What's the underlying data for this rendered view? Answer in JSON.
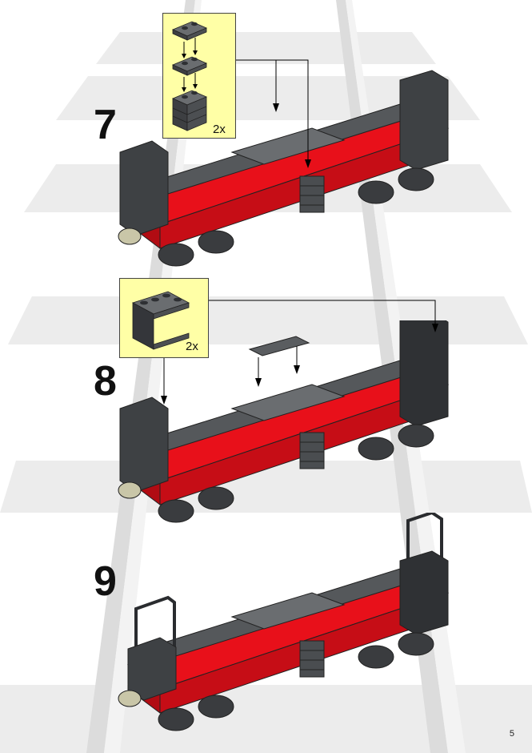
{
  "steps": [
    {
      "number": "7",
      "callout_qty": "2x"
    },
    {
      "number": "8",
      "callout_qty": "2x"
    },
    {
      "number": "9"
    }
  ],
  "page_number": "5",
  "colors": {
    "background": "#ffffff",
    "callout_fill": "#ffffa6",
    "part_dark_gray": "#5a5d60",
    "part_red": "#e8101a"
  }
}
